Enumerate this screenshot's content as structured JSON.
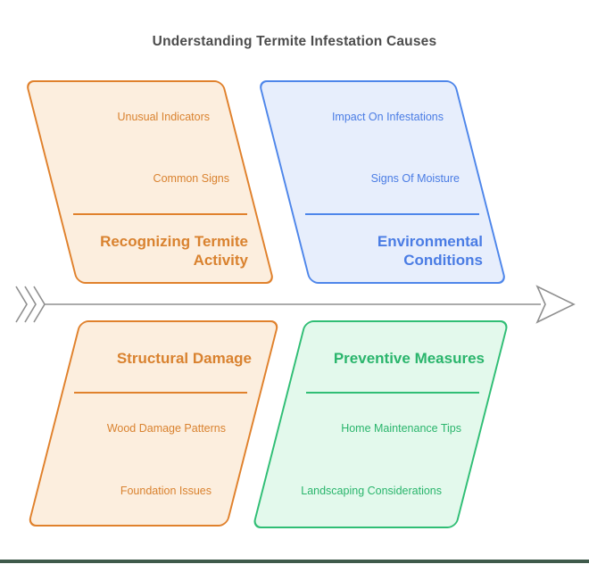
{
  "title": "Understanding Termite Infestation Causes",
  "branches": {
    "top_left": {
      "heading": "Recognizing Termite Activity",
      "items": [
        "Unusual Indicators",
        "Common Signs"
      ],
      "border_color": "#E0812C",
      "fill_color": "#FCEEDE",
      "text_color": "#D9822F"
    },
    "top_right": {
      "heading": "Environmental Conditions",
      "items": [
        "Impact On Infestations",
        "Signs Of Moisture"
      ],
      "border_color": "#4E86EA",
      "fill_color": "#E7EEFC",
      "text_color": "#4A7CE4"
    },
    "bottom_left": {
      "heading": "Structural Damage",
      "items": [
        "Wood Damage Patterns",
        "Foundation Issues"
      ],
      "border_color": "#E0812C",
      "fill_color": "#FCEEDE",
      "text_color": "#D9822F"
    },
    "bottom_right": {
      "heading": "Preventive Measures",
      "items": [
        "Home Maintenance Tips",
        "Landscaping Considerations"
      ],
      "border_color": "#30BE75",
      "fill_color": "#E3F9EC",
      "text_color": "#2AB56C"
    }
  },
  "arrow": {
    "color": "#8F8F8F",
    "direction": "right"
  },
  "footer": {
    "color": "#3F5A4B"
  }
}
